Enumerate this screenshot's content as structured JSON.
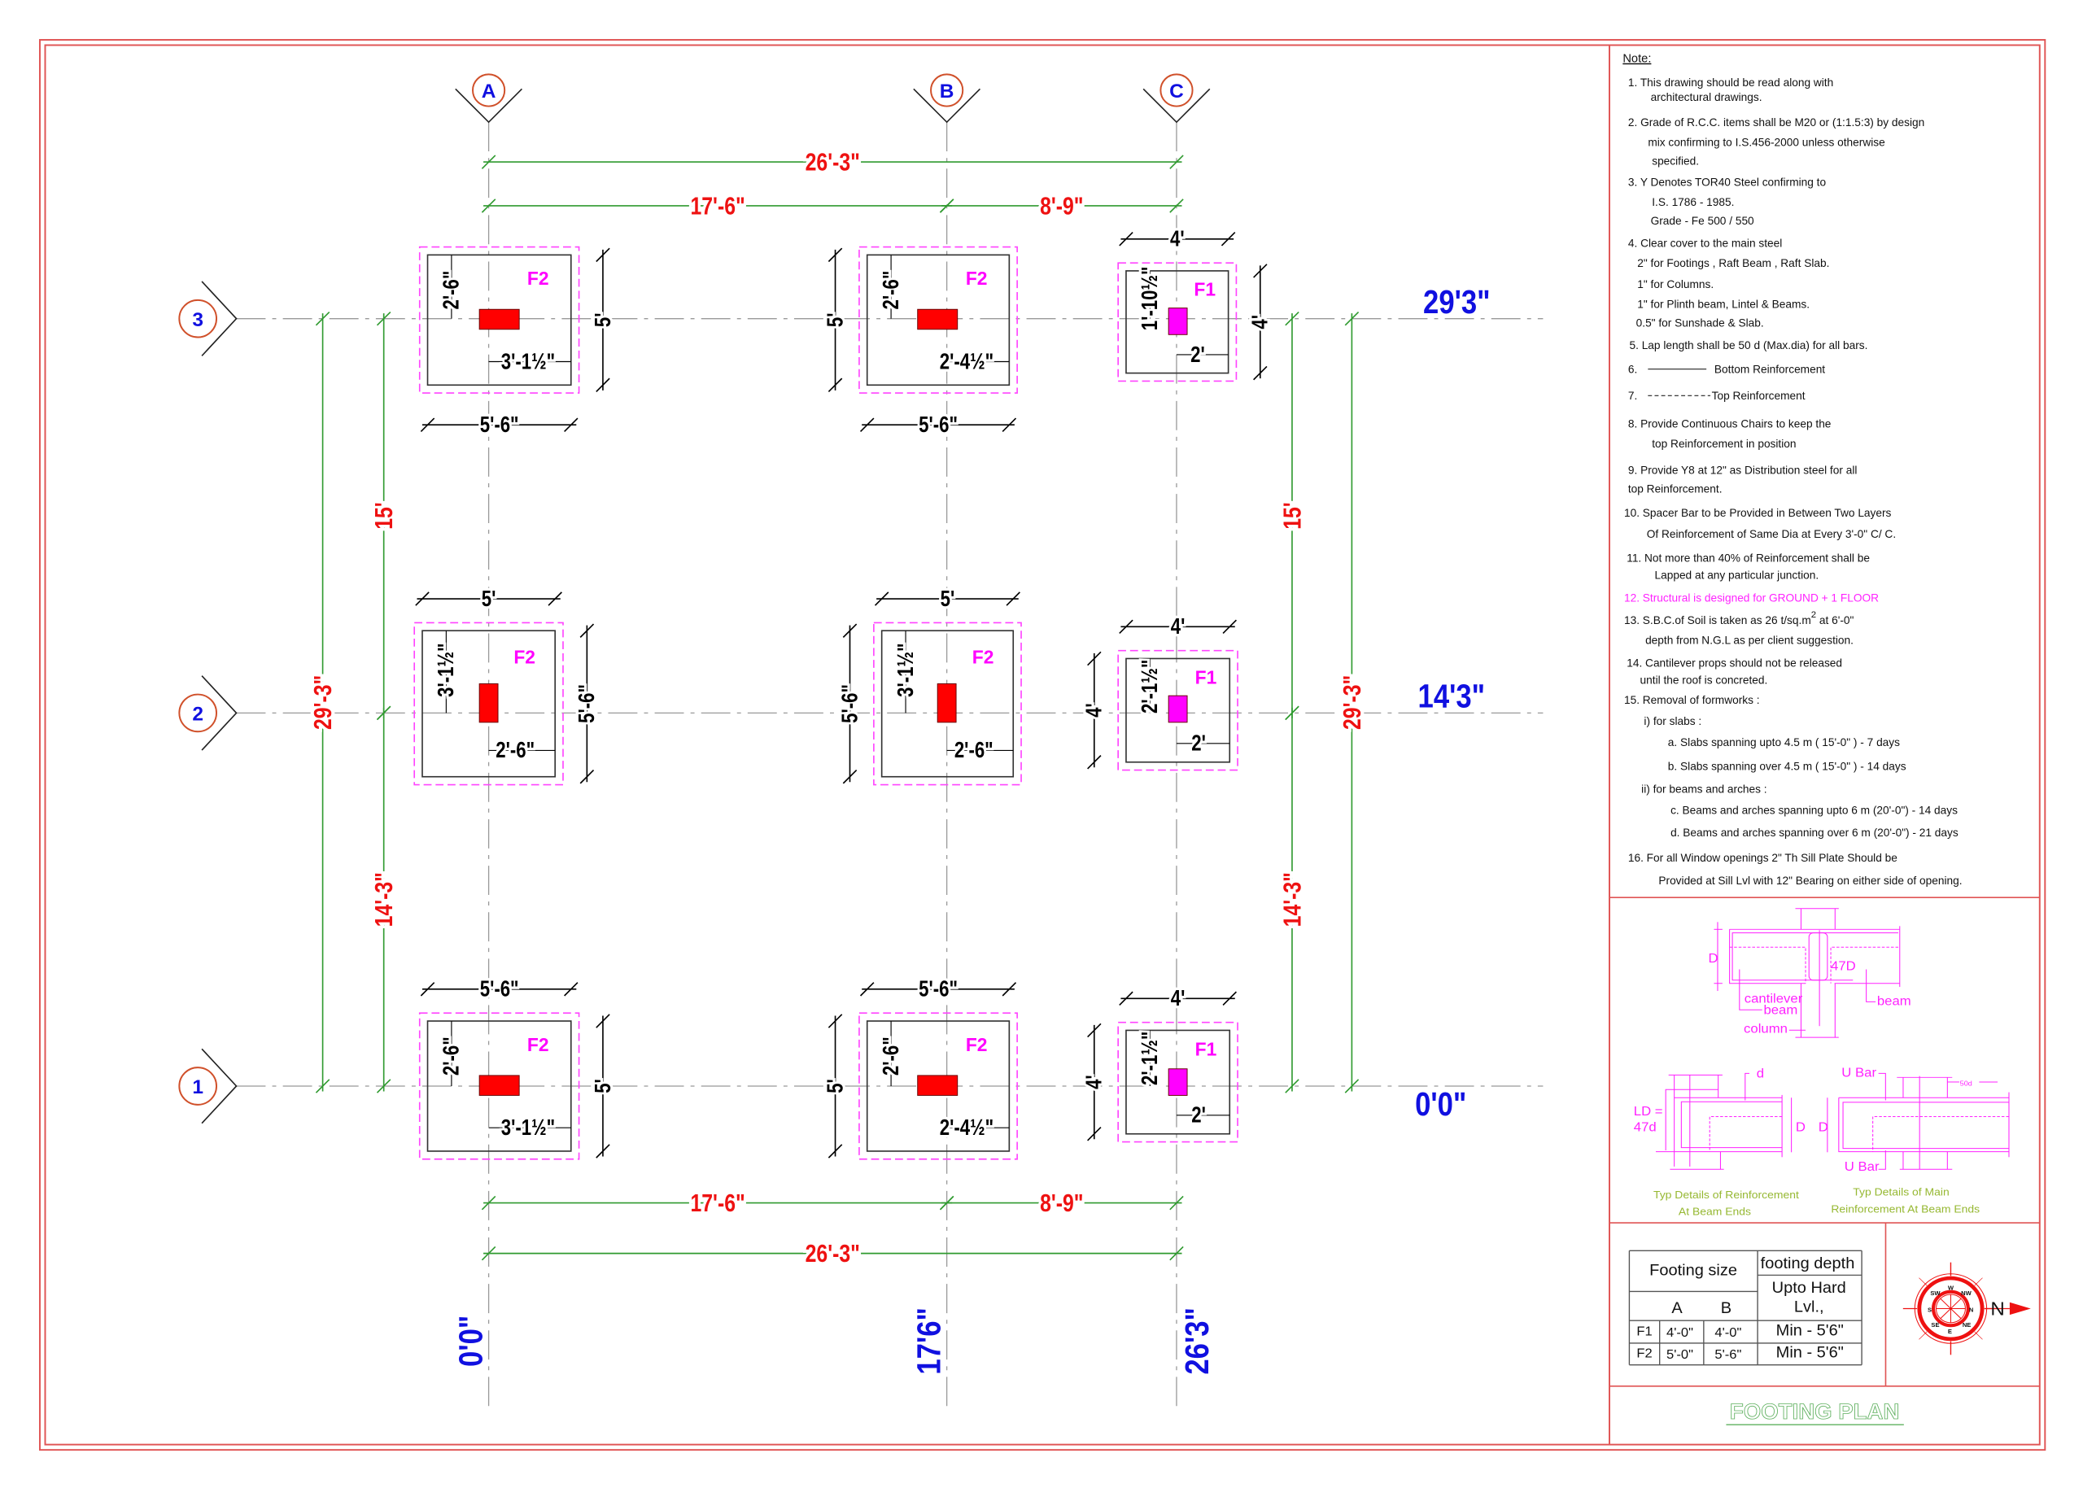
{
  "grid": {
    "columns": [
      "A",
      "B",
      "C"
    ],
    "rows": [
      "3",
      "2",
      "1"
    ]
  },
  "dimensions": {
    "overall_x": "26'-3\"",
    "span_ab": "17'-6\"",
    "span_bc": "8'-9\"",
    "overall_y": "29'-3\"",
    "span_3_2": "15'",
    "span_2_1": "14'-3\""
  },
  "levels": {
    "row_3": "29'3\"",
    "row_2": "14'3\"",
    "row_1": "0'0\"",
    "col_a": "0'0\"",
    "col_b": "17'6\"",
    "col_c": "26'3\""
  },
  "colors": {
    "column_f2": "#ff0000",
    "column_f1": "#ff00ff",
    "dimension_text": "#ee1111",
    "dimension_line": "#2f9a2f",
    "level_text": "#1010e0",
    "border": "#e05555"
  },
  "footings": [
    {
      "type": "F2",
      "offset_vertical": "2'-6\"",
      "offset_horizontal": "3'-1½\"",
      "dims": [
        "5'",
        "5'-6\""
      ]
    },
    {
      "type": "F2",
      "offset_vertical": "2'-6\"",
      "offset_horizontal": "2'-4½\"",
      "dims": [
        "5'",
        "5'-6\""
      ]
    },
    {
      "type": "F1",
      "offset_vertical": "1'-10½\"",
      "offset_horizontal": "2'",
      "dims": [
        "4'",
        "4'"
      ]
    },
    {
      "type": "F2",
      "offset_vertical": "3'-1½\"",
      "offset_horizontal": "2'-6\"",
      "dims": [
        "5'",
        "5'-6\""
      ]
    },
    {
      "type": "F2",
      "offset_vertical": "3'-1½\"",
      "offset_horizontal": "2'-6\"",
      "dims": [
        "5'",
        "5'-6\""
      ]
    },
    {
      "type": "F1",
      "offset_vertical": "2'-1½\"",
      "offset_horizontal": "2'",
      "dims": [
        "4'",
        "4'"
      ]
    },
    {
      "type": "F2",
      "offset_vertical": "2'-6\"",
      "offset_horizontal": "3'-1½\"",
      "dims": [
        "5'-6\"",
        "5'"
      ]
    },
    {
      "type": "F2",
      "offset_vertical": "2'-6\"",
      "offset_horizontal": "2'-4½\"",
      "dims": [
        "5'-6\"",
        "5'"
      ]
    },
    {
      "type": "F1",
      "offset_vertical": "2'-1½\"",
      "offset_horizontal": "2'",
      "dims": [
        "4'",
        "4'"
      ]
    }
  ],
  "notes": {
    "heading": "Note:",
    "lines": [
      {
        "text": "1.  This drawing should be read along with"
      },
      {
        "text": "architectural drawings."
      },
      {
        "text": "2.  Grade of R.C.C. items shall be M20 or (1:1.5:3) by design"
      },
      {
        "text": "mix confirming to I.S.456-2000 unless otherwise"
      },
      {
        "text": "specified."
      },
      {
        "text": "3.  Y Denotes TOR40 Steel confirming to"
      },
      {
        "text": "I.S. 1786 - 1985."
      },
      {
        "text": "Grade - Fe 500 / 550"
      },
      {
        "text": "4.  Clear cover to the main steel"
      },
      {
        "text": "2\"  for Footings , Raft Beam , Raft Slab."
      },
      {
        "text": "1\" for Columns."
      },
      {
        "text": "1\"   for Plinth beam, Lintel & Beams."
      },
      {
        "text": "0.5\" for Sunshade & Slab."
      },
      {
        "text": "5.  Lap length shall be 50 d (Max.dia) for all bars."
      },
      {
        "num": "6.",
        "text": "Bottom Reinforcement"
      },
      {
        "num": "7.",
        "text": "Top Reinforcement"
      },
      {
        "text": "8.  Provide Continuous Chairs to keep the"
      },
      {
        "text": "top Reinforcement in position"
      },
      {
        "text": "9.  Provide Y8 at 12\" as Distribution steel for all"
      },
      {
        "text": "top Reinforcement."
      },
      {
        "text": "10. Spacer Bar to be Provided in Between Two Layers"
      },
      {
        "text": "Of Reinforcement of Same Dia at Every  3'-0\"  C/ C."
      },
      {
        "text": "11.  Not more than 40% of Reinforcement shall be"
      },
      {
        "text": "Lapped at any particular junction."
      },
      {
        "text": "12. Structural is designed for  GROUND + 1 FLOOR"
      },
      {
        "text": "13.  S.B.C.of Soil is taken as 26 t/sq.m",
        "sup": "2",
        "after": " at 6'-0\""
      },
      {
        "text": "depth from N.G.L as per client suggestion."
      },
      {
        "text": "14.  Cantilever props should not be released"
      },
      {
        "text": "until the roof is concreted."
      },
      {
        "text": "15. Removal of formworks :"
      },
      {
        "text": "i)  for slabs :"
      },
      {
        "text": "a.  Slabs spanning upto 4.5 m ( 15'-0\" ) - 7 days"
      },
      {
        "text": "b.  Slabs spanning over 4.5 m ( 15'-0\" ) - 14 days"
      },
      {
        "text": "ii) for beams and arches :"
      },
      {
        "text": "c. Beams and arches spanning upto 6 m (20'-0\") - 14 days"
      },
      {
        "text": "d. Beams and arches spanning over 6 m (20'-0\") - 21 days"
      },
      {
        "text": "16.  For all Window openings 2\" Th Sill Plate Should be"
      },
      {
        "text": "Provided at Sill Lvl with 12\" Bearing on either side of opening."
      }
    ]
  },
  "details": {
    "d1": {
      "depth": "D",
      "anchorage": "47D",
      "cantilever_1": "cantilever",
      "cantilever_2": "beam",
      "column": "column",
      "beam": "beam"
    },
    "d2": {
      "bar": "d",
      "ld_1": "LD =",
      "ld_2": "47d",
      "depth": "D",
      "caption_1": "Typ Details of Reinforcement",
      "caption_2": "At Beam Ends"
    },
    "d3": {
      "ubar_top": "U Bar",
      "ubar_bottom": "U Bar",
      "depth": "D",
      "lap": "50d",
      "caption_1": "Typ Details of Main",
      "caption_2": "Reinforcement At Beam Ends"
    }
  },
  "table": {
    "header_size": "Footing  size",
    "header_depth": "footing depth",
    "depth_note_1": "Upto Hard",
    "depth_note_2": "Lvl.,",
    "col_a": "A",
    "col_b": "B",
    "rows": [
      {
        "type": "F1",
        "a": "4'-0\"",
        "b": "4'-0\"",
        "depth": "Min - 5'6\""
      },
      {
        "type": "F2",
        "a": "5'-0\"",
        "b": "5'-6\"",
        "depth": "Min - 5'6\""
      }
    ]
  },
  "compass": {
    "north_label": "N",
    "points": [
      "W",
      "NW",
      "N",
      "NE",
      "E",
      "SE",
      "S",
      "SW"
    ]
  },
  "title": "FOOTING PLAN"
}
